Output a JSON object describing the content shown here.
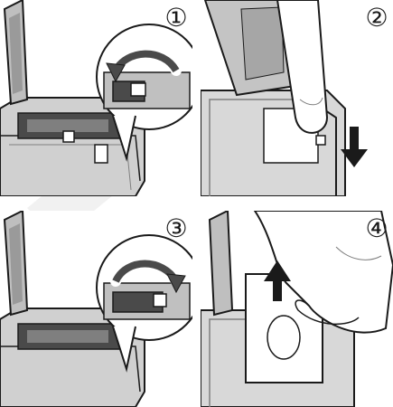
{
  "steps": [
    {
      "badge": "①",
      "action": "rotate-latch",
      "icon": "curved-arrow-icon"
    },
    {
      "badge": "②",
      "action": "press-down",
      "icon": "down-arrow-icon"
    },
    {
      "badge": "③",
      "action": "rotate-latch",
      "icon": "curved-arrow-icon"
    },
    {
      "badge": "④",
      "action": "pull-up",
      "icon": "up-arrow-icon"
    }
  ],
  "colors": {
    "line": "#1a1a1a",
    "mid_gray": "#7f7f7f",
    "light_gray": "#cfcfcf",
    "dark_gray": "#4a4a4a",
    "background": "#ffffff",
    "watermark": "#e6e6e6"
  }
}
